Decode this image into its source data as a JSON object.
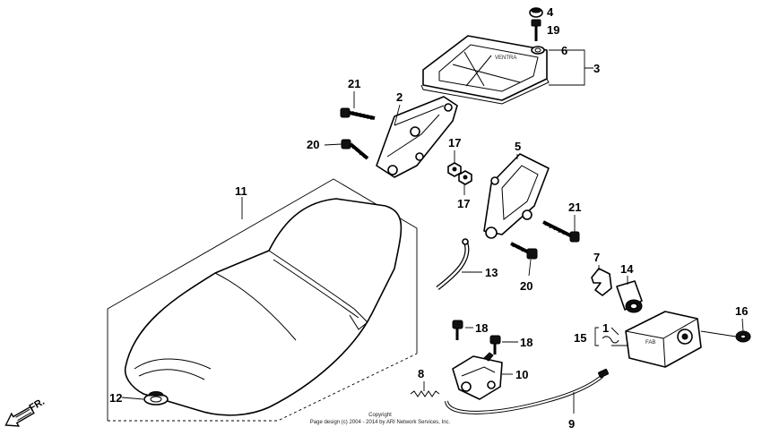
{
  "callouts": {
    "c1": "1",
    "c2": "2",
    "c3": "3",
    "c4": "4",
    "c5": "5",
    "c6": "6",
    "c7": "7",
    "c8": "8",
    "c9": "9",
    "c10": "10",
    "c11": "11",
    "c12": "12",
    "c13": "13",
    "c14": "14",
    "c15": "15",
    "c16": "16",
    "c17a": "17",
    "c17b": "17",
    "c18a": "18",
    "c18b": "18",
    "c19": "19",
    "c20a": "20",
    "c20b": "20",
    "c21a": "21",
    "c21b": "21"
  },
  "direction_label": "FR.",
  "copyright": {
    "line1": "Copyright",
    "line2": "Page design (c) 2004 - 2014 by ARI Network Services, Inc."
  }
}
